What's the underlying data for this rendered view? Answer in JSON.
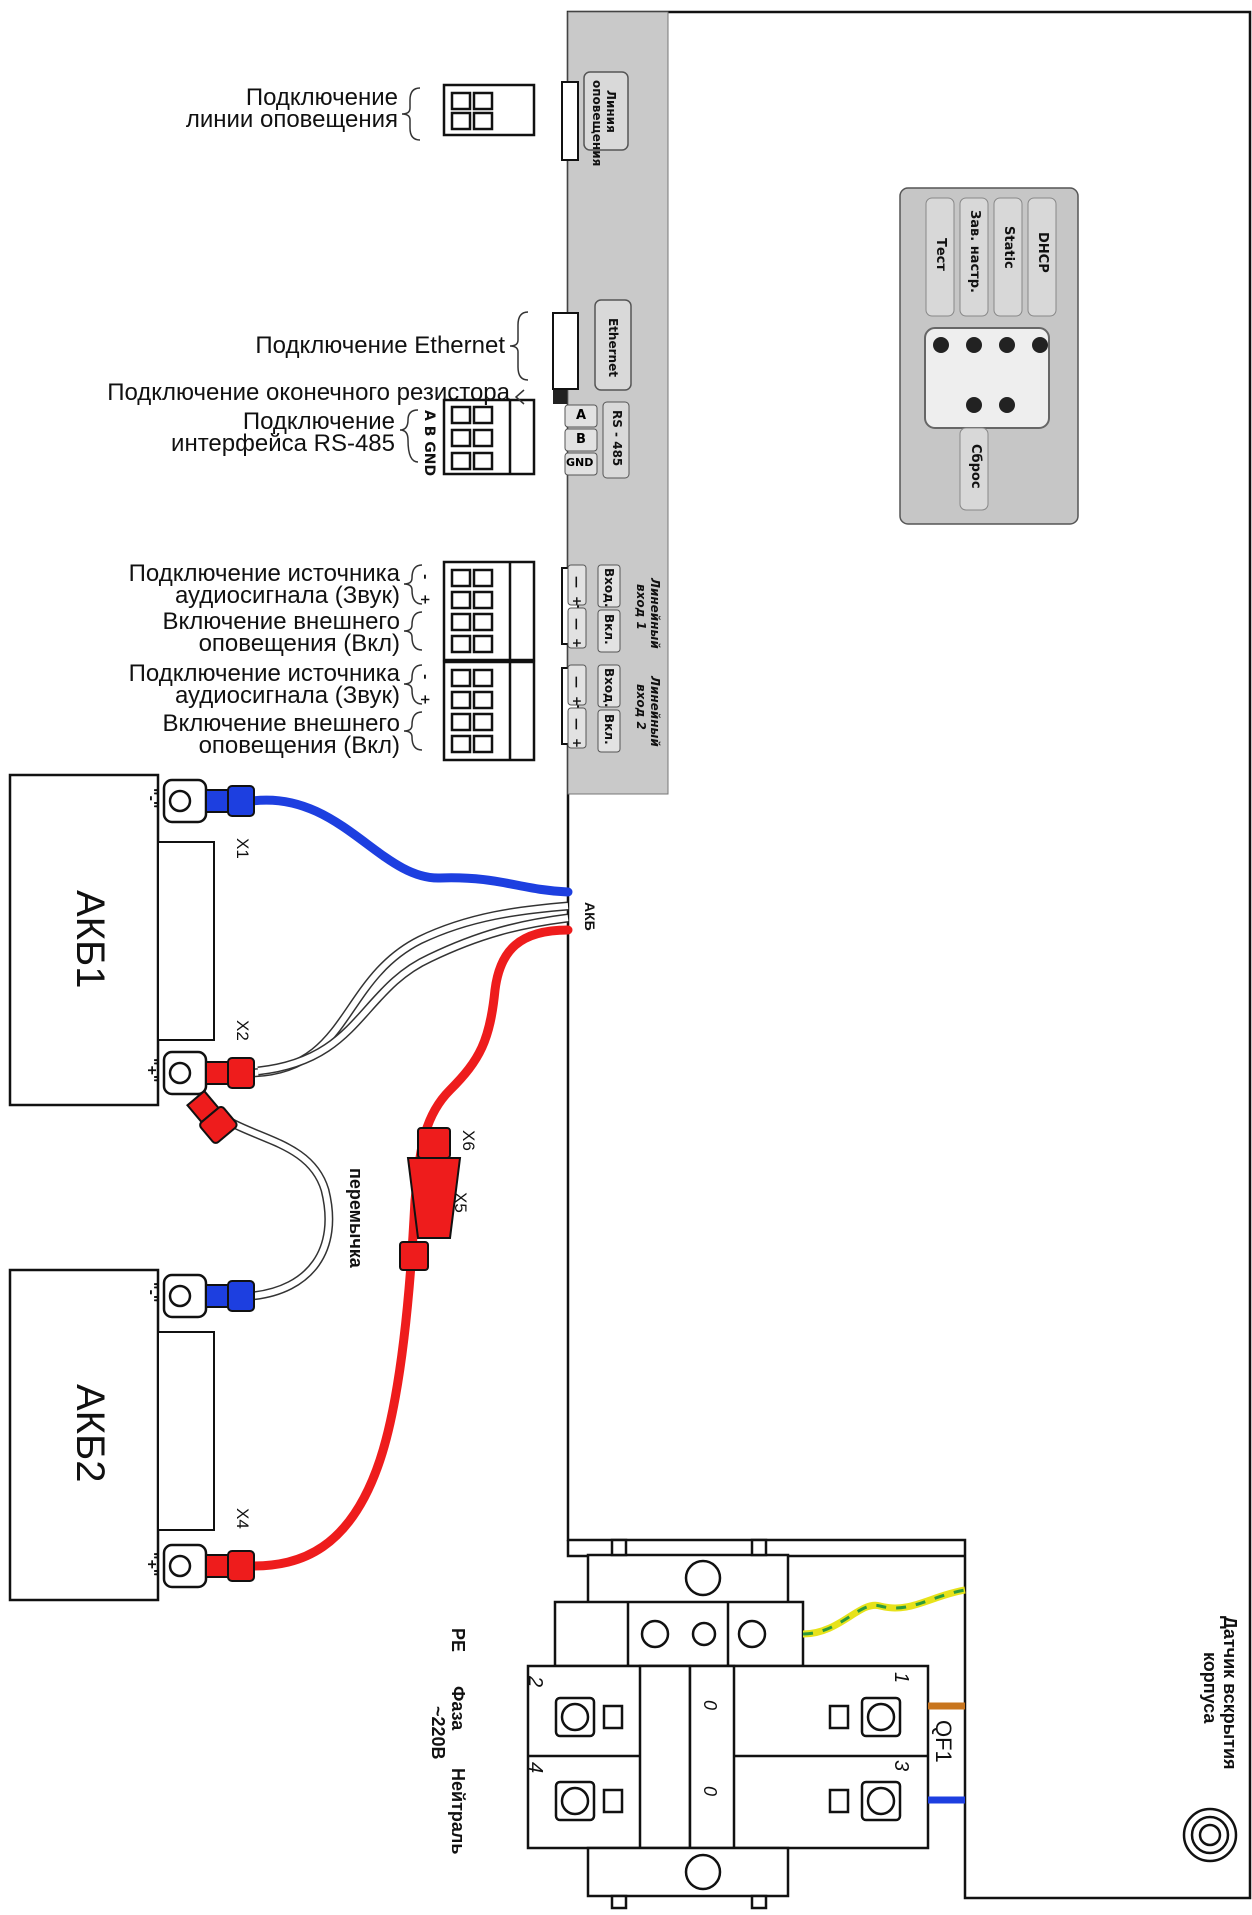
{
  "labels": {
    "alert_line": [
      "Подключение",
      "линии оповещения"
    ],
    "ethernet": "Подключение Ethernet",
    "terminator": "Подключение оконечного резистора",
    "rs485": [
      "Подключение",
      "интерфейса RS-485"
    ],
    "audio1": [
      "Подключение источника",
      "аудиосигнала (Звук)"
    ],
    "ext1": [
      "Включение внешнего",
      "оповещения (Вкл)"
    ],
    "audio2": [
      "Подключение источника",
      "аудиосигнала (Звук)"
    ],
    "ext2": [
      "Включение внешнего",
      "оповещения (Вкл)"
    ],
    "pins_rs485": "A B GND",
    "minus": "-",
    "plus": "+"
  },
  "panel": {
    "alert_tag": [
      "Линия",
      "оповещения"
    ],
    "ethernet_tag": "Ethernet",
    "rs485_tag": "RS - 485",
    "rs485_pins": [
      "A",
      "B",
      "GND"
    ],
    "line_in1": [
      "Линейный",
      "вход 1"
    ],
    "line_in2": [
      "Линейный",
      "вход 2"
    ],
    "input_tag": "Вход.",
    "on_tag": "Вкл.",
    "minus_tag": "—",
    "plus_tag": "+"
  },
  "buttons": {
    "dhcp": "DHCP",
    "static": "Static",
    "factory": "Зав. настр.",
    "test": "Тест",
    "reset": "Сброс"
  },
  "batteries": {
    "akb1": "АКБ1",
    "akb2": "АКБ2",
    "minus": "\"-\"",
    "plus": "\"+\""
  },
  "wires": {
    "x1": "X1",
    "x2": "X2",
    "x4": "X4",
    "x5": "X5",
    "x6": "X6",
    "akb": "АКБ",
    "jumper": "перемычка"
  },
  "power": {
    "pe": "PE",
    "phase": "Фаза",
    "voltage": "~220В",
    "neutral": "Нейтраль",
    "qf1": "QF1",
    "n1": "1",
    "n2": "2",
    "n3": "3",
    "n4": "4",
    "zero": "0",
    "tamper": [
      "Датчик вскрытия",
      "корпуса"
    ]
  },
  "colors": {
    "blue_wire": "#1d3fe0",
    "red_wire": "#ee1c1c",
    "panel_grey": "#c8c8c8",
    "pe_yellow": "#e7e21a",
    "pe_green": "#2c9a3c",
    "phase_brown": "#c8751e"
  }
}
